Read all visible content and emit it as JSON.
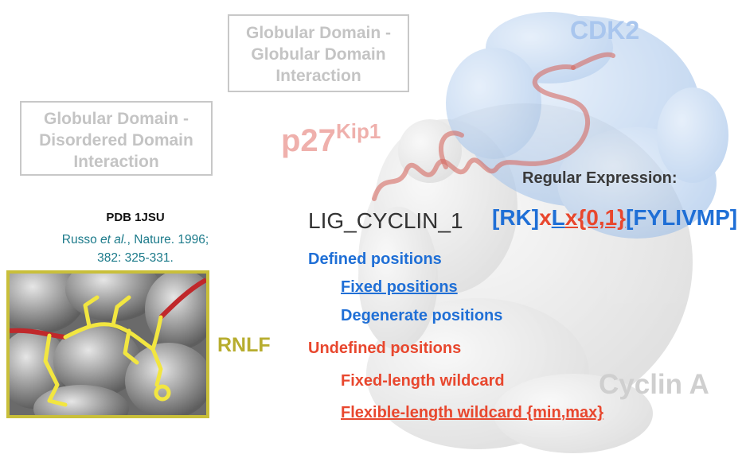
{
  "labels": {
    "box_gg": "Globular Domain - Globular Domain Interaction",
    "box_gd": "Globular Domain - Disordered Domain Interaction",
    "cdk2": "CDK2",
    "cyclin": "Cyclin A",
    "p27": "p27",
    "p27_sup": "Kip1",
    "regex_title": "Regular Expression:",
    "motif_name": "LIG_CYCLIN_1",
    "rnlf": "RNLF"
  },
  "regex_parts": {
    "p1": "[RK]",
    "p2": "x",
    "p3": "L",
    "p4": "x{0,1}",
    "p5": "[FYLIVMP]"
  },
  "legend": {
    "defined": "Defined positions",
    "fixed": "Fixed positions",
    "degenerate": "Degenerate positions",
    "undefined": "Undefined positions",
    "fixed_wild": "Fixed-length wildcard",
    "flex_wild": "Flexible-length wildcard {min,max}"
  },
  "citation": {
    "pdb": "PDB 1JSU",
    "author": "Russo",
    "etal": "et al.",
    "journal": ", Nature. 1996;",
    "pages": "382: 325-331."
  },
  "colors": {
    "defined_blue": "#1f6fd6",
    "undefined_red": "#e8472e",
    "cdk2_blue": "#a9c6ee",
    "cyclin_gray": "#cfcfcf",
    "p27_pink": "#efb0ac",
    "inset_border": "#c9bf3a"
  }
}
